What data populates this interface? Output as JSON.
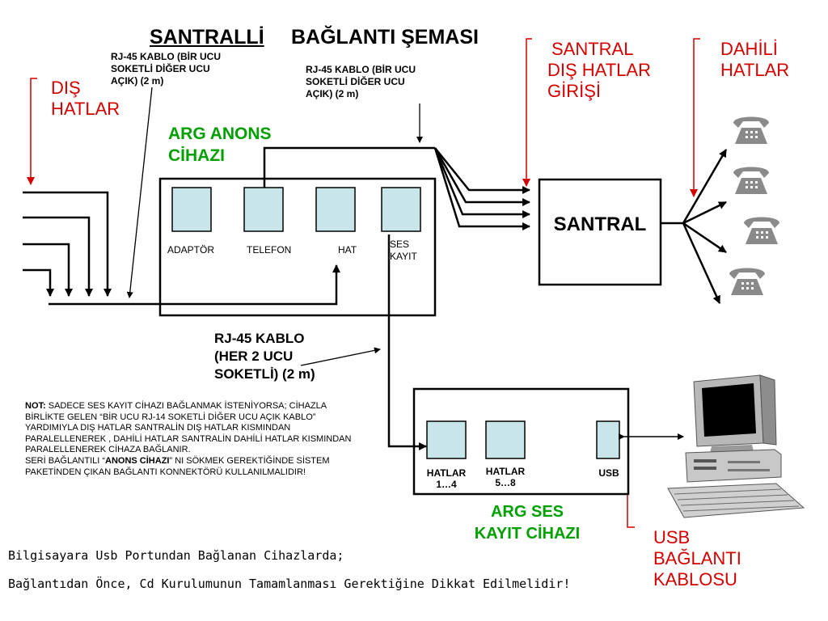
{
  "title": {
    "part1": "SANTRALLİ",
    "part2": "BAĞLANTI ŞEMASI"
  },
  "labels": {
    "dis_hatlar": [
      "DIŞ",
      "HATLAR"
    ],
    "santral_dis_hatlar_girisi": [
      "SANTRAL",
      "DIŞ HATLAR",
      "GİRİŞİ"
    ],
    "dahili_hatlar": [
      "DAHİLİ",
      "HATLAR"
    ],
    "rj45_left": [
      "RJ-45 KABLO (BİR UCU",
      "SOKETLİ DİĞER UCU",
      "AÇIK) (2 m)"
    ],
    "rj45_right": [
      "RJ-45 KABLO (BİR UCU",
      "SOKETLİ DİĞER UCU",
      "AÇIK) (2 m)"
    ],
    "rj45_middle": [
      "RJ-45 KABLO",
      "(HER 2 UCU",
      "SOKETLİ) (2 m)"
    ],
    "usb_baglanti_kablosu": [
      "USB",
      "BAĞLANTI",
      "KABLOSU"
    ]
  },
  "arg_anons": {
    "name": [
      "ARG ANONS",
      "CİHAZI"
    ],
    "ports": [
      "ADAPTÖR",
      "TELEFON",
      "HAT",
      "SES KAYIT"
    ]
  },
  "santral": {
    "label": "SANTRAL"
  },
  "arg_ses_kayit": {
    "name": [
      "ARG SES",
      "KAYIT CİHAZI"
    ],
    "ports": [
      "HATLAR 1…4",
      "HATLAR 5…8",
      "USB"
    ]
  },
  "note": {
    "prefix": "NOT:",
    "line1": "SADECE SES KAYIT CİHAZI BAĞLANMAK İSTENİYORSA; CİHAZLA BİRLİKTE GELEN “BİR UCU RJ-14 SOKETLİ DİĞER UCU AÇIK KABLO” YARDIMIYLA DIŞ HATLAR SANTRALİN DIŞ HATLAR KISMINDAN PARALELLENEREK , DAHİLİ HATLAR SANTRALİN DAHİLİ HATLAR KISMINDAN PARALELLENEREK CİHAZA BAĞLANIR.",
    "line2_pre": "SERİ BAĞLANTILI “",
    "line2_bold": "ANONS CİHAZI",
    "line2_post": "” NI SÖKMEK GEREKTİĞİNDE SİSTEM PAKETİNDEN ÇIKAN BAĞLANTI KONNEKTÖRÜ KULLANILMALIDIR!"
  },
  "bottom": {
    "line1": "Bilgisayara Usb Portundan Bağlanan Cihazlarda;",
    "line2": "Bağlantıdan Önce, Cd Kurulumunun Tamamlanması Gerektiğine Dikkat Edilmelidir!"
  },
  "icons": [
    "telephone-icon",
    "computer-icon"
  ],
  "colors": {
    "red": "#d40000",
    "green": "#00a000",
    "port_fill": "#c8e6ea"
  }
}
